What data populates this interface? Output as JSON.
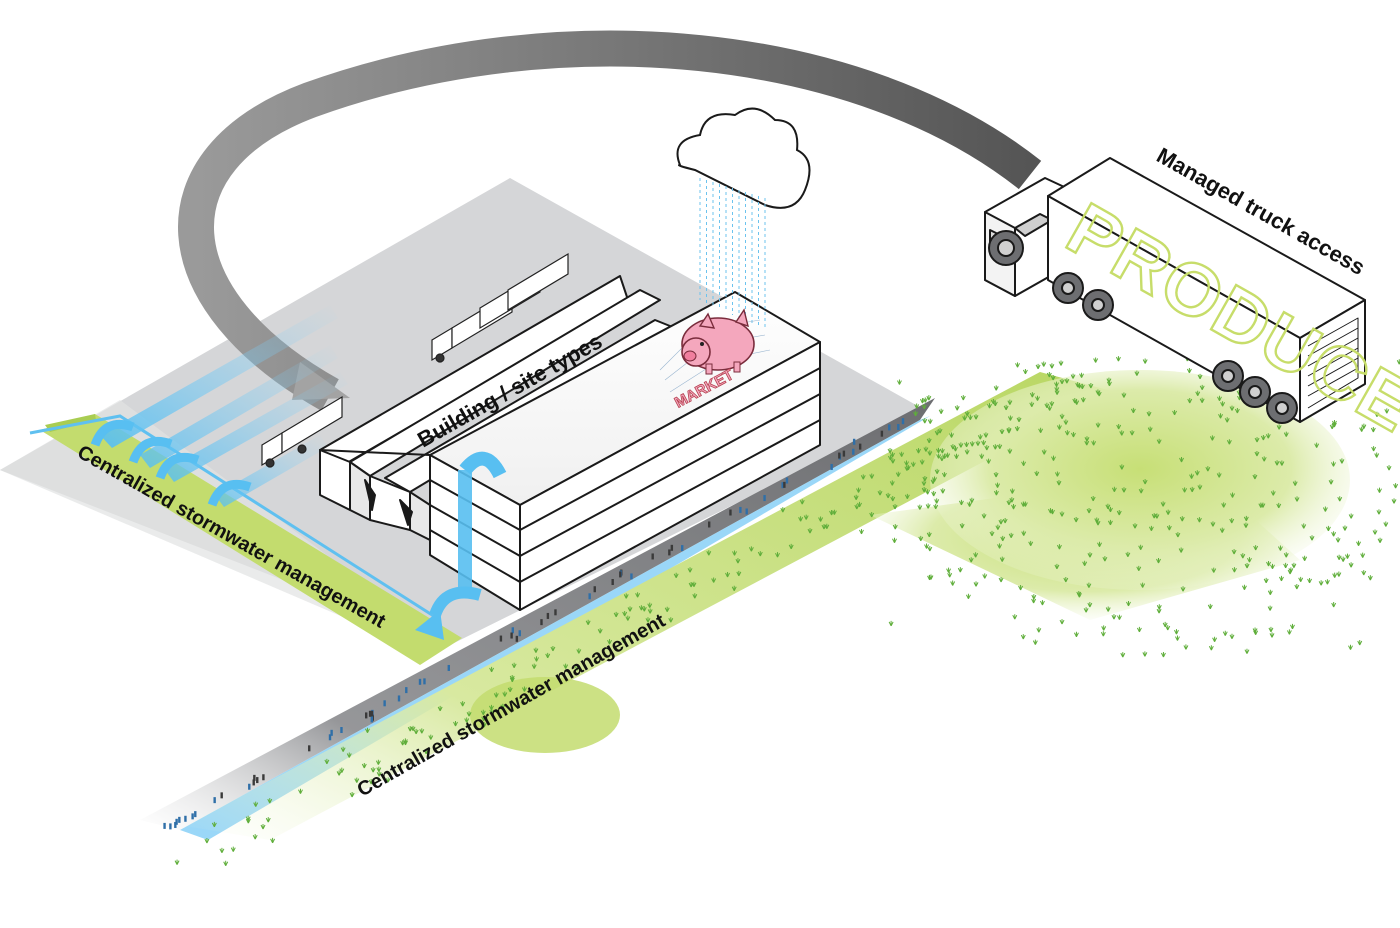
{
  "labels": {
    "truck_access": "Managed truck access",
    "building_types": "Building / site types",
    "stormwater_left": "Centralized stormwater management",
    "stormwater_road": "Centralized stormwater management",
    "truck_sign": "PRODUCE",
    "market_sign": "MARKET"
  },
  "icons": [
    "rain-cloud-icon",
    "pig-icon",
    "semi-truck-icon",
    "delivery-truck-icon",
    "pedestrian-icon",
    "grass-tuft-icon",
    "water-arrow-icon",
    "curved-arrow-icon"
  ],
  "colors": {
    "lot": "#d5d6d8",
    "grass": "#c3dc6e",
    "grass_pale": "#e4efbd",
    "water": "#66c4f2",
    "road": "#6d6e71",
    "arrow": "#6f6f6f",
    "pig": "#f4a7bd",
    "sign_outline": "#c7dd6a"
  }
}
